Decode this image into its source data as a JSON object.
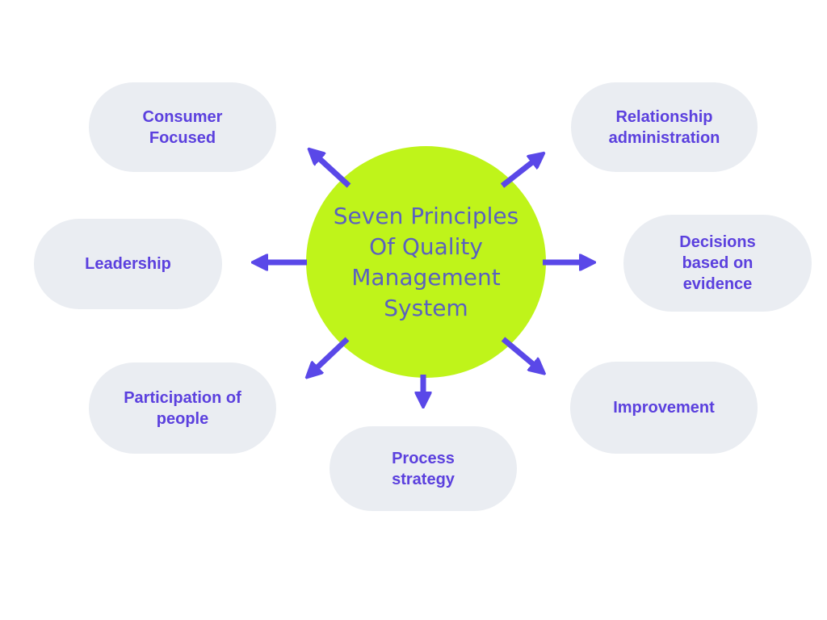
{
  "center": {
    "label": "Seven Principles\nOf Quality\nManagement\nSystem"
  },
  "nodes": [
    {
      "id": "consumer-focused",
      "label": "Consumer\nFocused"
    },
    {
      "id": "relationship-administration",
      "label": "Relationship\nadministration"
    },
    {
      "id": "leadership",
      "label": "Leadership"
    },
    {
      "id": "decisions-based-on-evidence",
      "label": "Decisions\nbased on\nevidence"
    },
    {
      "id": "participation-of-people",
      "label": "Participation of\npeople"
    },
    {
      "id": "improvement",
      "label": "Improvement"
    },
    {
      "id": "process-strategy",
      "label": "Process\nstrategy"
    }
  ],
  "colors": {
    "background": "#ffffff",
    "circle-fill": "#bff41a",
    "circle-text": "#5a61bf",
    "node-fill": "#eaedf2",
    "node-text": "#5b40de",
    "arrow": "#5a48e8"
  }
}
